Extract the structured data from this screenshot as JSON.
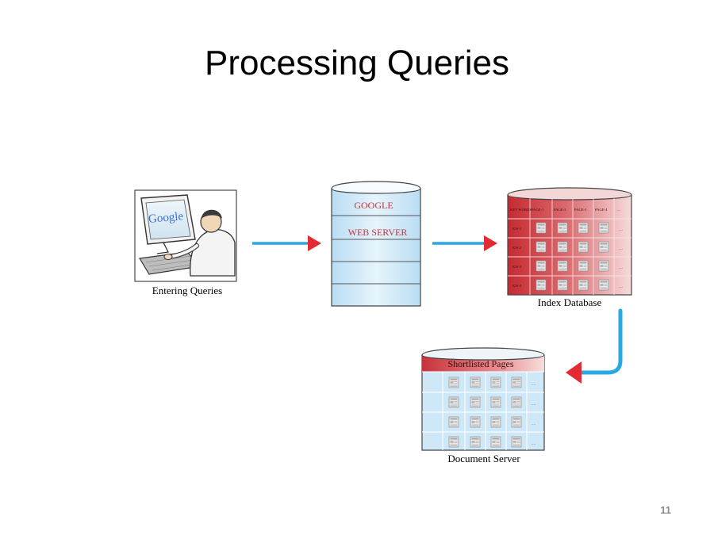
{
  "slide": {
    "title": "Processing Queries",
    "number": "11"
  },
  "diagram": {
    "nodes": {
      "entering_queries": {
        "caption": "Entering Queries",
        "screen_logo": "Google"
      },
      "web_server": {
        "row_labels": [
          "GOOGLE",
          "WEB SERVER"
        ]
      },
      "index_database": {
        "caption": "Index Database",
        "header_cells": [
          "KEY WORDS",
          "PAGE-1",
          "PAGE-2",
          "PAGE-3",
          "PAGE-4",
          "...."
        ],
        "row_labels": [
          "KW-1",
          "KW-2",
          "KW-3",
          "KW-4"
        ]
      },
      "document_server": {
        "caption": "Document Server",
        "header": "Shortlisted Pages"
      }
    },
    "colors": {
      "arrow_blue": "#29a9e1",
      "arrowhead_red": "#e42b34",
      "cylinder_blue": "#cfe8f7",
      "index_red": "#c9343a",
      "label_red": "#c8323a"
    }
  }
}
